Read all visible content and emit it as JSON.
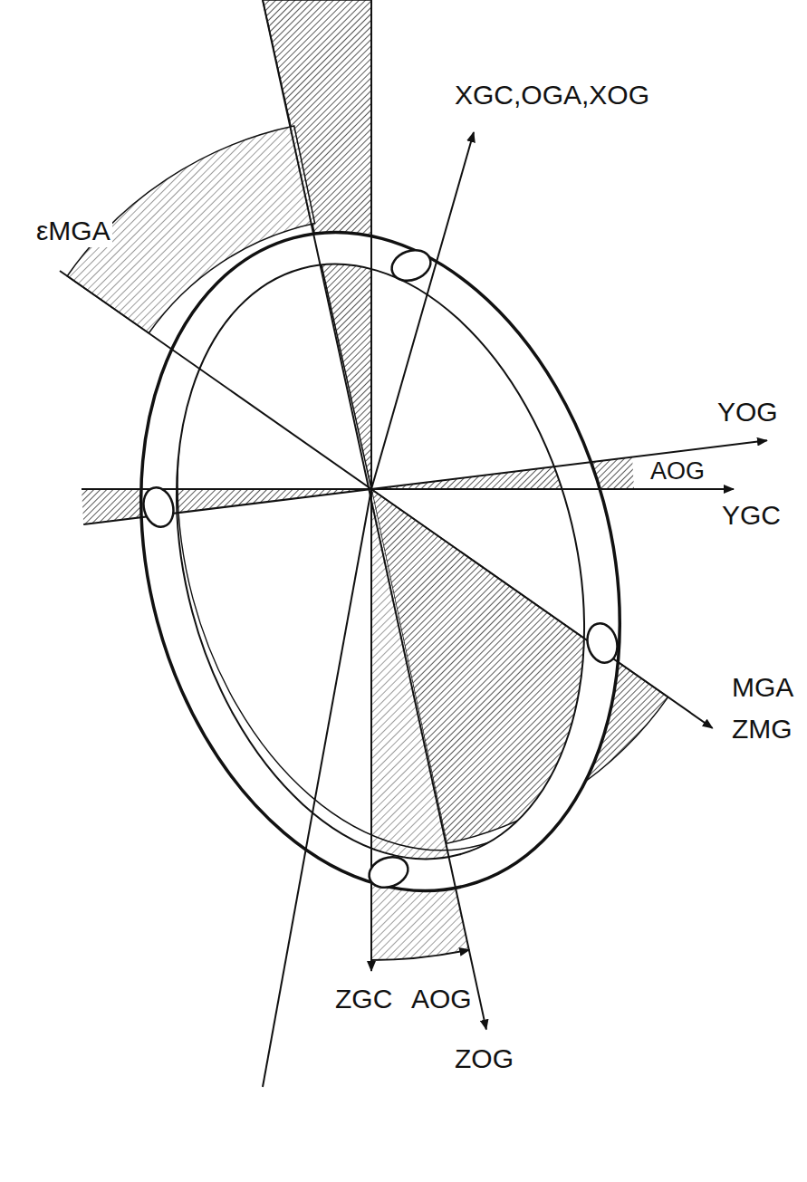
{
  "diagram": {
    "labels": [
      "εMGA",
      "XGC,OGA,XOG",
      "YOG",
      "AOG",
      "YGC",
      "MGA",
      "ZMG",
      "ZGC",
      "AOG",
      "ZOG"
    ]
  }
}
